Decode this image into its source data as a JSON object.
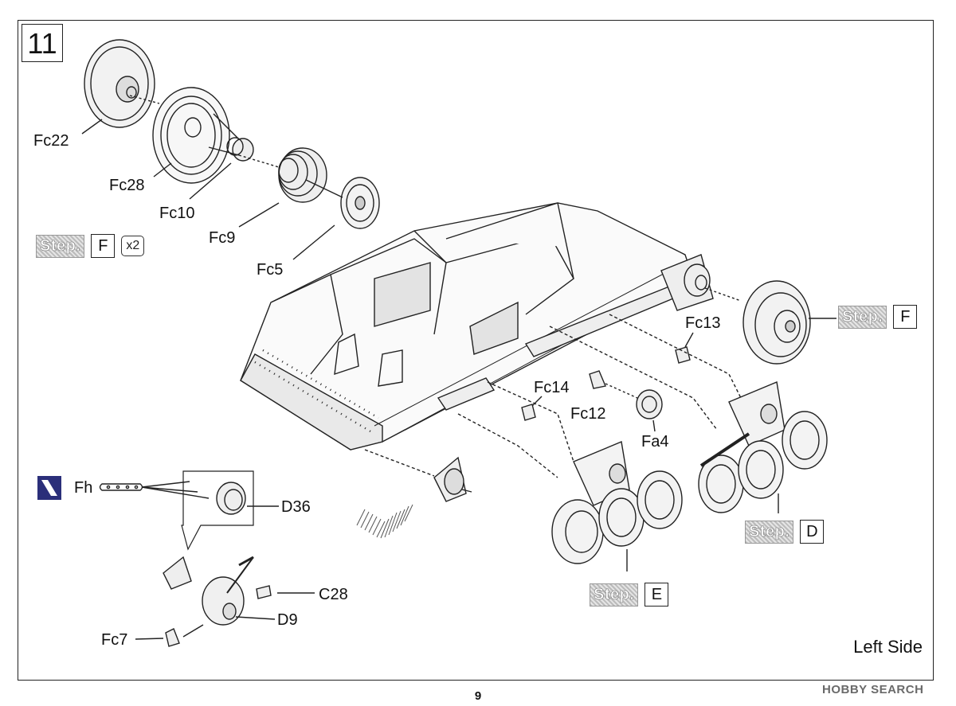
{
  "step_number": "11",
  "side_label": "Left Side",
  "page_number": "9",
  "watermark": "HOBBY SEARCH",
  "step_ref_word": "Step.",
  "multiplier": "x2",
  "step_refs": [
    {
      "letter": "F"
    },
    {
      "letter": "F"
    },
    {
      "letter": "D"
    },
    {
      "letter": "E"
    }
  ],
  "part_labels": {
    "fc22": "Fc22",
    "fc28": "Fc28",
    "fc10": "Fc10",
    "fc9": "Fc9",
    "fc5": "Fc5",
    "fc13": "Fc13",
    "fc14": "Fc14",
    "fc12": "Fc12",
    "fa4": "Fa4",
    "fh": "Fh",
    "d36": "D36",
    "c28": "C28",
    "d9": "D9",
    "fc7": "Fc7"
  },
  "icons": [
    "photo-etch-icon",
    "direction-arrow-icon"
  ]
}
